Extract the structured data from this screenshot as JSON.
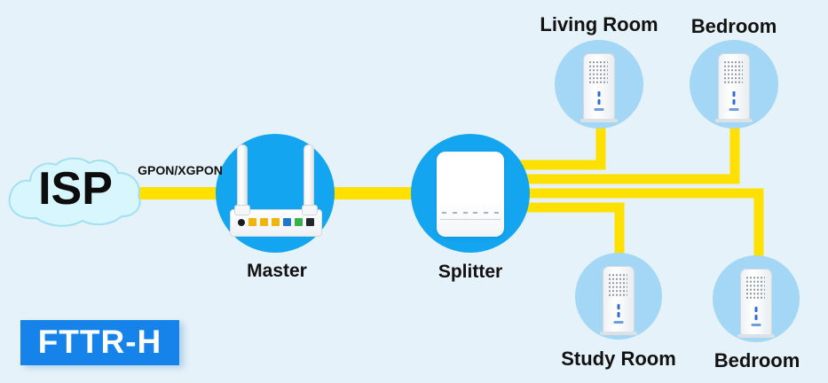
{
  "title": "FTTR-H home network topology diagram",
  "colors": {
    "background": "#e6f2f9",
    "node_blue": "#14a5f0",
    "room_blue": "#a3d7f5",
    "cable_yellow": "#ffe000",
    "badge_blue": "#1583ea",
    "cloud_fill": "#d7f6fd",
    "cloud_stroke": "#a3dff2"
  },
  "isp": {
    "label": "ISP"
  },
  "uplink": {
    "label": "GPON/XGPON"
  },
  "master": {
    "label": "Master"
  },
  "splitter": {
    "label": "Splitter"
  },
  "rooms": [
    {
      "label": "Living Room"
    },
    {
      "label": "Bedroom"
    },
    {
      "label": "Study Room"
    },
    {
      "label": "Bedroom"
    }
  ],
  "badge": {
    "label": "FTTR-H"
  },
  "connections": [
    {
      "from": "ISP",
      "to": "Master",
      "via": "GPON/XGPON"
    },
    {
      "from": "Master",
      "to": "Splitter"
    },
    {
      "from": "Splitter",
      "to": "Living Room"
    },
    {
      "from": "Splitter",
      "to": "Bedroom (top)"
    },
    {
      "from": "Splitter",
      "to": "Bedroom (bottom)"
    },
    {
      "from": "Splitter",
      "to": "Study Room"
    }
  ]
}
